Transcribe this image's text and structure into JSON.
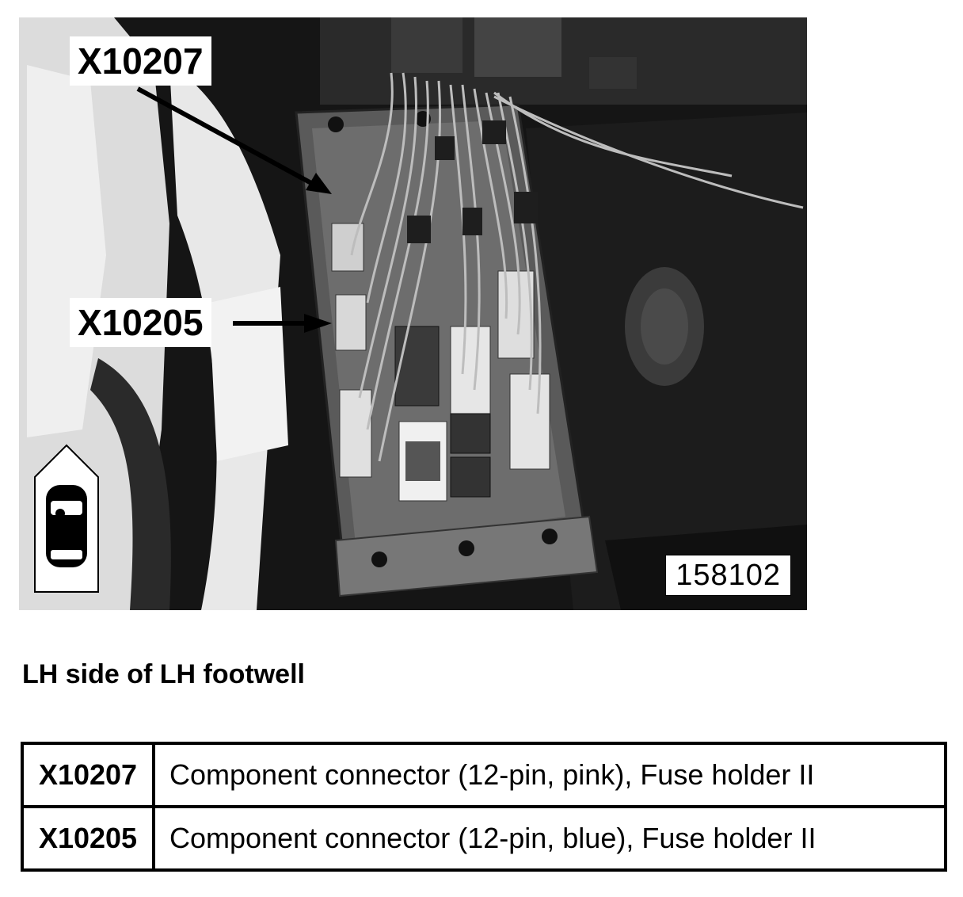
{
  "figure": {
    "callouts": [
      {
        "id": "X10207"
      },
      {
        "id": "X10205"
      }
    ],
    "image_number": "158102",
    "icon": "car-top-view-icon"
  },
  "caption": "LH side of LH footwell",
  "legend": {
    "rows": [
      {
        "code": "X10207",
        "description": "Component connector (12-pin, pink), Fuse holder II"
      },
      {
        "code": "X10205",
        "description": "Component connector (12-pin, blue), Fuse holder II"
      }
    ]
  }
}
